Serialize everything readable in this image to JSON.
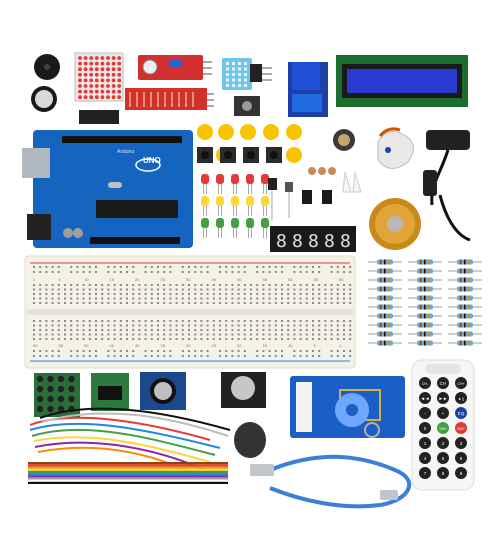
{
  "board": {
    "label": "UNO",
    "brand": "Arduino"
  },
  "seg_display": {
    "digits": [
      "8",
      "8",
      "8",
      "8",
      "8"
    ]
  },
  "breadboard": {
    "top_numbers": [
      "1",
      "5",
      "10",
      "15",
      "20",
      "25",
      "30",
      "35",
      "40",
      "45",
      "50",
      "55",
      "60"
    ],
    "bottom_numbers": [
      "60",
      "55",
      "50",
      "45",
      "40",
      "35",
      "30",
      "25",
      "20",
      "15",
      "10",
      "5",
      "1"
    ]
  },
  "remote": {
    "keys": [
      "CH-",
      "CH",
      "CH+",
      "◄◄",
      "►►",
      "►||",
      "-",
      "+",
      "EQ",
      "0",
      "100+",
      "200+",
      "1",
      "2",
      "3",
      "4",
      "5",
      "6",
      "7",
      "8",
      "9"
    ]
  },
  "colors": {
    "board": "#1565c0",
    "lcd": "#2a3bd1",
    "relay": "#1e4fd6",
    "sensor_red": "#d32f2f",
    "cap_yellow": "#f6c400",
    "breadboard": "#f4f1e8",
    "usb_cable": "#3b7fd6"
  },
  "icons": [
    "buzzer-icon",
    "led-matrix-icon",
    "button-cap-icon",
    "servo-icon",
    "stepper-motor-icon",
    "rfid-tag-icon",
    "joystick-icon"
  ]
}
